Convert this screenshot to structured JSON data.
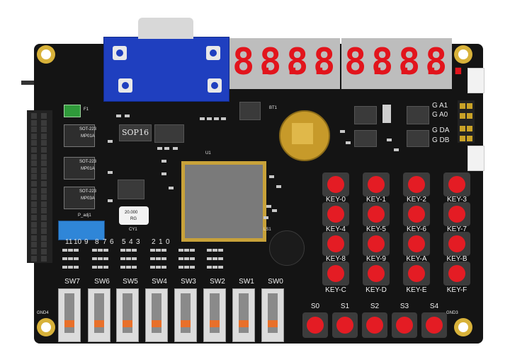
{
  "board": {
    "sop_label": "SOP16",
    "sot_labels": [
      "SOT-223",
      "SOT-223",
      "SOT-223"
    ],
    "regulators": [
      "MP01A",
      "MP01A",
      "MP03A"
    ],
    "f1": "F1",
    "p_adj": "P_adj1",
    "crystal_freq": "20.000",
    "crystal_name": "RG",
    "cy": "CY1",
    "u1": "U1",
    "ls1": "LS1",
    "bt1": "BT1",
    "gnd_left": "GND4",
    "gnd_right": "GND3"
  },
  "seven_segment": {
    "left_digits": [
      "8.",
      "8.",
      "8.",
      "8."
    ],
    "right_digits": [
      "8.",
      "8.",
      "8.",
      "8."
    ]
  },
  "right_header": {
    "labels": [
      "G A1",
      "G A0",
      "G DA",
      "G DB"
    ]
  },
  "dip_labels": [
    "11",
    "10",
    "9",
    "8",
    "7",
    "6",
    "5",
    "4",
    "3",
    "2",
    "1",
    "0"
  ],
  "switches": [
    "SW7",
    "SW6",
    "SW5",
    "SW4",
    "SW3",
    "SW2",
    "SW1",
    "SW0"
  ],
  "keys": [
    "KEY-0",
    "KEY-1",
    "KEY-2",
    "KEY-3",
    "KEY-4",
    "KEY-5",
    "KEY-6",
    "KEY-7",
    "KEY-8",
    "KEY-9",
    "KEY-A",
    "KEY-B",
    "KEY-C",
    "KEY-D",
    "KEY-E",
    "KEY-F"
  ],
  "s_buttons": [
    "S0",
    "S1",
    "S2",
    "S3",
    "S4"
  ],
  "colors": {
    "board": "#141414",
    "segment": "#e2141c",
    "vga": "#1f3fbf",
    "key": "#e41c24",
    "gold": "#d8b23a"
  }
}
